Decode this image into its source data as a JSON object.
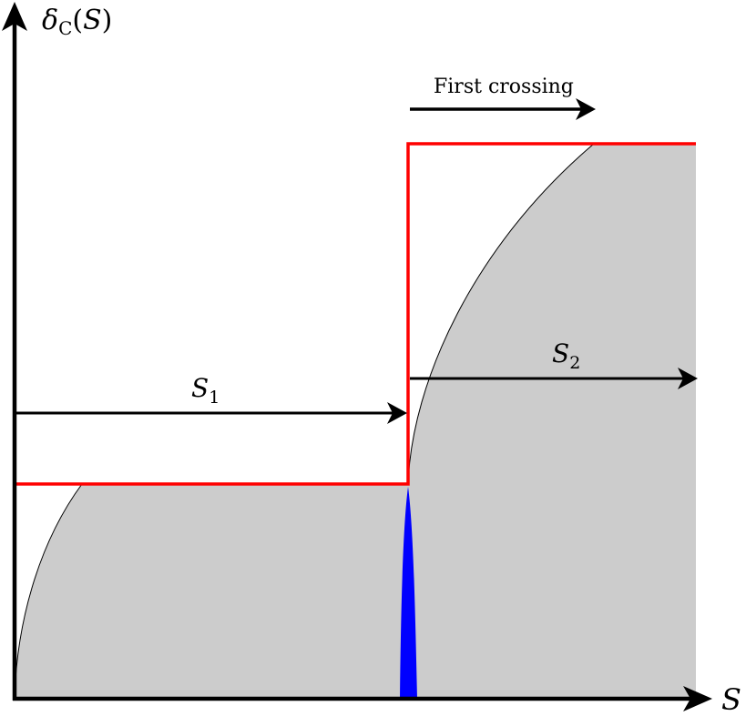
{
  "figure": {
    "y_axis_label": {
      "symbol": "δ",
      "subscript": "C",
      "argument": "S"
    },
    "x_axis_label": "S",
    "annotation": "First crossing",
    "arrow_labels": [
      {
        "symbol": "S",
        "subscript": "1"
      },
      {
        "symbol": "S",
        "subscript": "2"
      }
    ]
  },
  "colors": {
    "axis": "#000000",
    "barrier_step": "#ff0000",
    "shaded_region": "#cccccc",
    "spike": "#0000ff",
    "curve": "#000000"
  },
  "elements": {
    "barrier": {
      "description": "Red step barrier: low level for S < S1, high level for S > S1"
    },
    "shaded_regions": [
      "left region under low barrier",
      "right region under high barrier"
    ],
    "spike": {
      "description": "Blue narrow distribution at S1 below low barrier"
    }
  }
}
